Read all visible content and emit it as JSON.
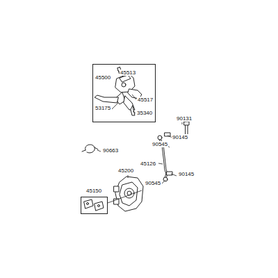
{
  "diagram": {
    "nodes": [
      {
        "text": [
          "45500",
          "45513",
          "45517",
          "53175",
          "35340"
        ]
      },
      {
        "text": [
          "45150"
        ]
      }
    ],
    "labels": [
      "90131",
      "90145",
      "90545",
      "45126",
      "90145",
      "90545",
      "90663",
      "45200"
    ]
  }
}
